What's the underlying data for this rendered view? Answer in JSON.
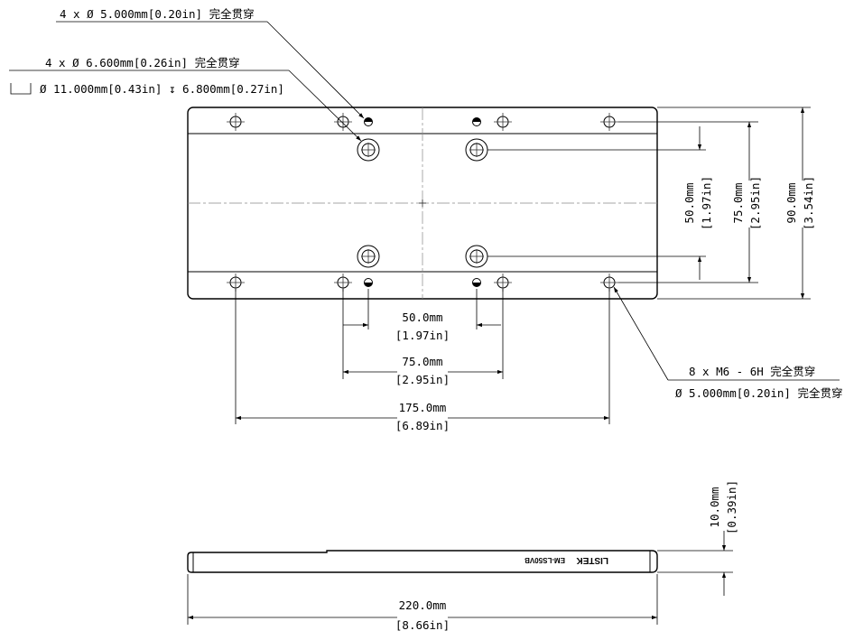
{
  "callouts": {
    "hole_a": "4 x Ø 5.000mm[0.20in] 完全贯穿",
    "hole_b": "4 x Ø 6.600mm[0.26in] 完全贯穿",
    "counterbore": "Ø 11.000mm[0.43in] ↧ 6.800mm[0.27in]",
    "thread_line1": "8 x  M6 - 6H 完全贯穿",
    "thread_line2": "Ø 5.000mm[0.20in] 完全贯穿"
  },
  "dimensions": {
    "h_50": {
      "mm": "50.0mm",
      "in": "[1.97in]"
    },
    "h_75": {
      "mm": "75.0mm",
      "in": "[2.95in]"
    },
    "h_175": {
      "mm": "175.0mm",
      "in": "[6.89in]"
    },
    "v_50": {
      "mm": "50.0mm",
      "in": "[1.97in]"
    },
    "v_75": {
      "mm": "75.0mm",
      "in": "[2.95in]"
    },
    "v_90": {
      "mm": "90.0mm",
      "in": "[3.54in]"
    },
    "thickness": {
      "mm": "10.0mm",
      "in": "[0.39in]"
    },
    "length": {
      "mm": "220.0mm",
      "in": "[8.66in]"
    }
  },
  "side_view": {
    "brand": "LISTEK",
    "model": "EM-LS50VB"
  }
}
